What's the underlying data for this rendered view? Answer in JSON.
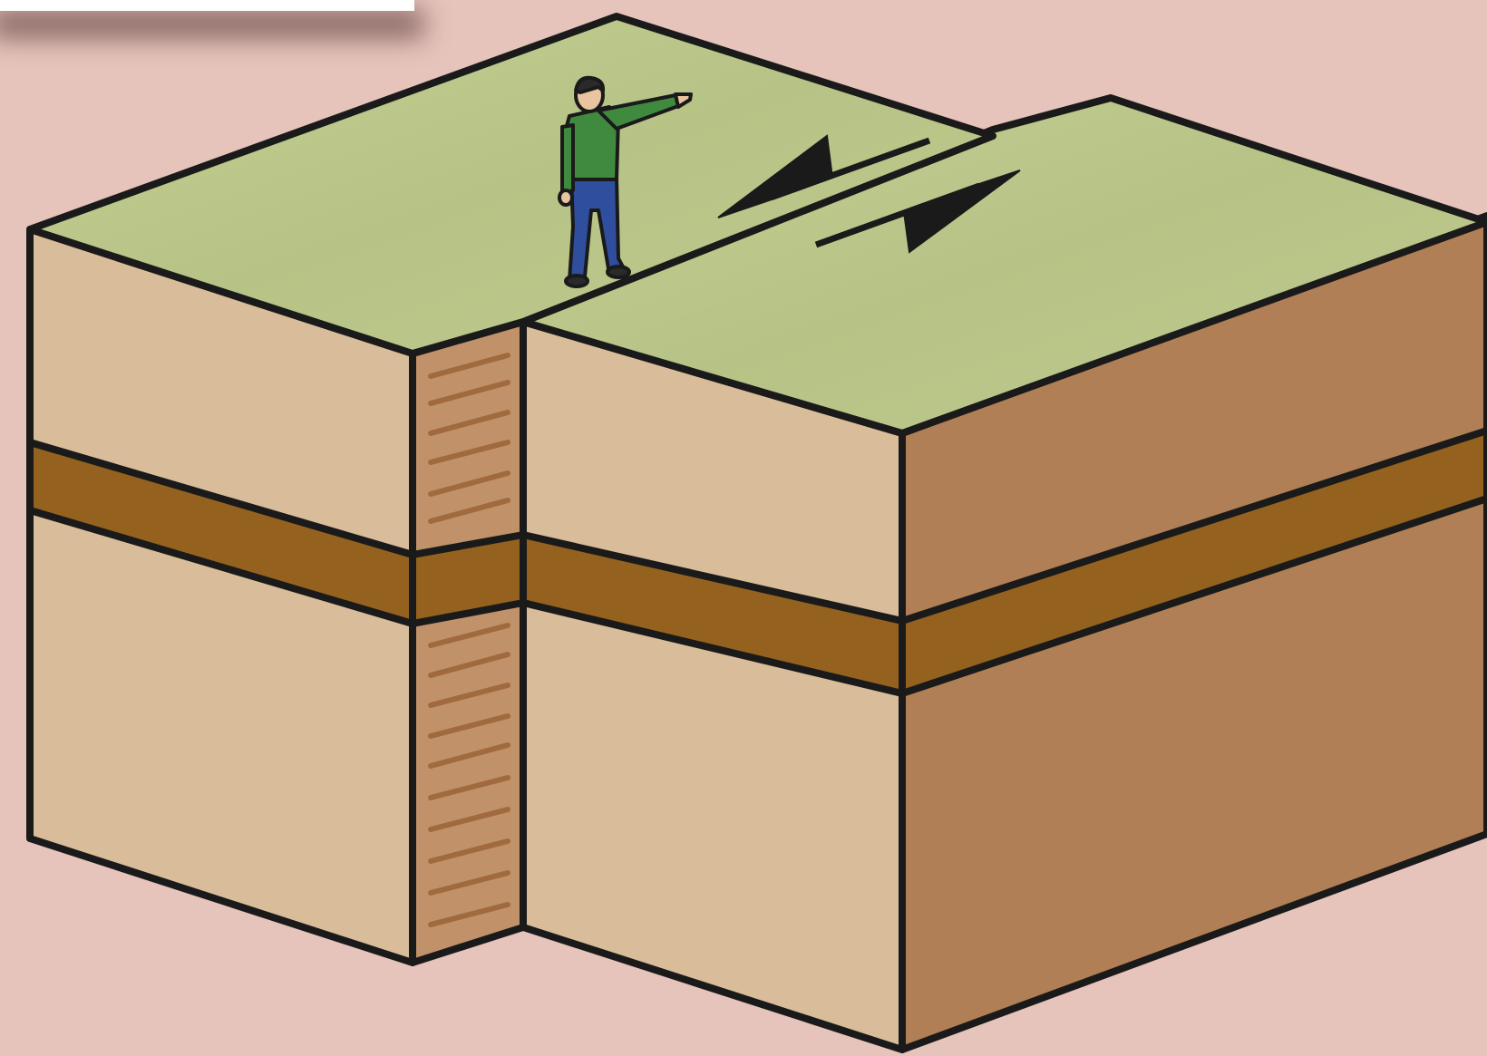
{
  "diagram": {
    "type": "strike-slip-fault-block",
    "colors": {
      "background": "#e6c3bb",
      "surface": "#bdc98a",
      "layer_light": "#d9bd9a",
      "layer_band": "#94621e",
      "side_dark": "#b07f55",
      "fault_plane": "#c1916a",
      "outline": "#1a1a1a",
      "person_shirt": "#3f8a3e",
      "person_pants": "#2f4f9e",
      "person_skin": "#e8c4a0",
      "person_hair": "#2a2a2a"
    },
    "elements": {
      "fault_block_left": "left-fault-block",
      "fault_block_right": "right-fault-block",
      "fault_plane": "fault-plane",
      "motion_arrows": "motion-arrows-icon",
      "observer": "person-pointing"
    }
  }
}
